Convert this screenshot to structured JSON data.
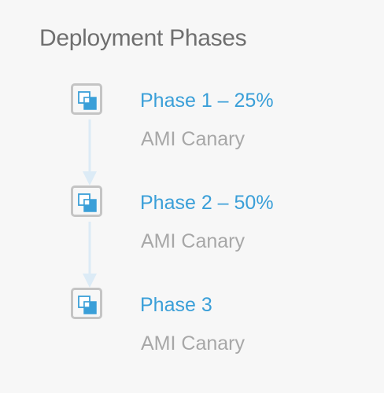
{
  "header": {
    "title": "Deployment Phases"
  },
  "phases": [
    {
      "name": "Phase 1 – 25%",
      "type": "AMI Canary",
      "icon": "stacked-squares-icon"
    },
    {
      "name": "Phase 2 – 50%",
      "type": "AMI Canary",
      "icon": "stacked-squares-icon"
    },
    {
      "name": "Phase 3",
      "type": "AMI Canary",
      "icon": "stacked-squares-icon"
    }
  ],
  "colors": {
    "background": "#f7f7f7",
    "title": "#6f6f6f",
    "accent": "#3a9fd8",
    "secondary_text": "#a7a7a7",
    "icon_border": "#c4c4c4",
    "connector": "#dcebf6"
  }
}
